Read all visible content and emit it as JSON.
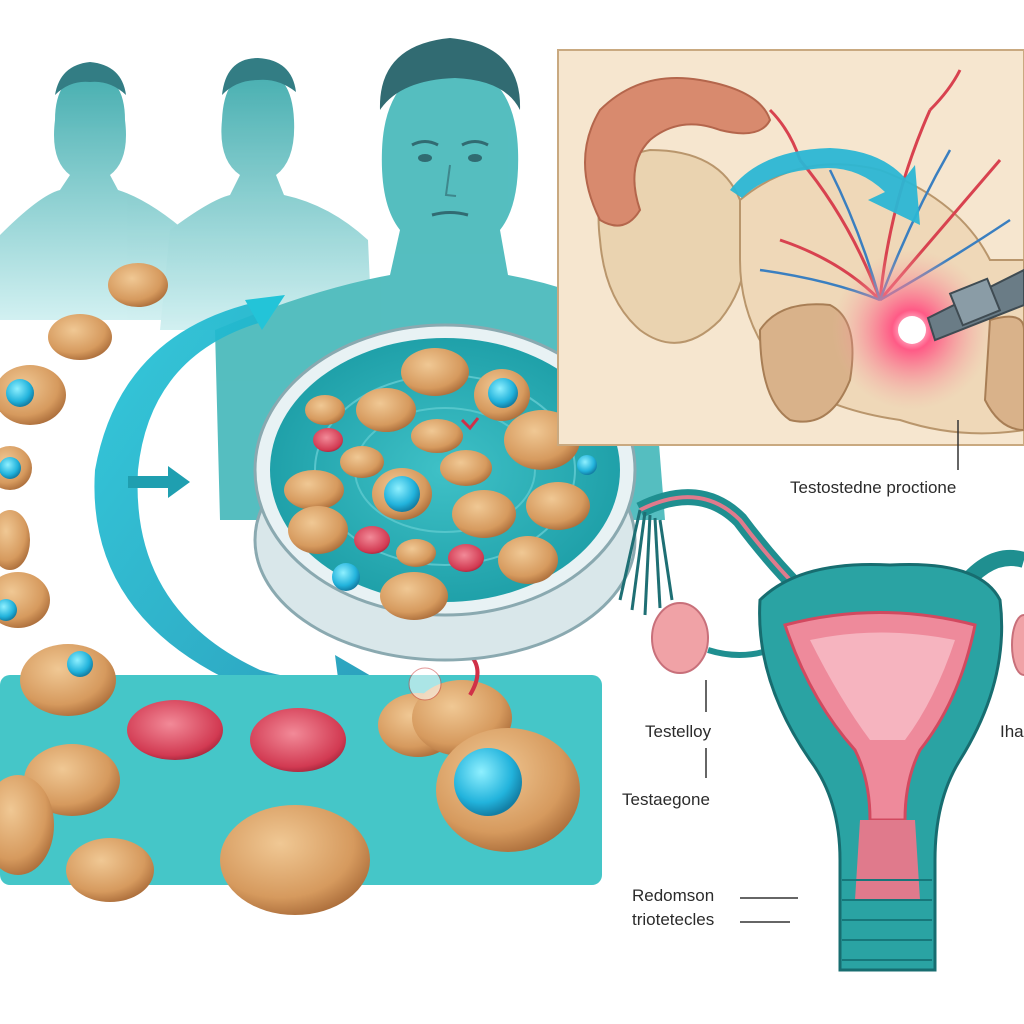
{
  "labels": {
    "production": "Testostedne proctione",
    "testelloy": "Testelloy",
    "testaegone": "Testaegone",
    "cut_right": "Iha",
    "redomson": "Redomson",
    "triotetecles": "triotetecles"
  },
  "colors": {
    "teal": "#1fa3a8",
    "teal_light": "#bfe9ea",
    "arrow_cyan": "#2bbfd6",
    "cell_tan": "#d8a46a",
    "cell_red": "#d24a5a",
    "nucleus_blue": "#2bb8d8",
    "uterus_pink": "#e9748a",
    "panel_beige": "#f3e4cc"
  }
}
